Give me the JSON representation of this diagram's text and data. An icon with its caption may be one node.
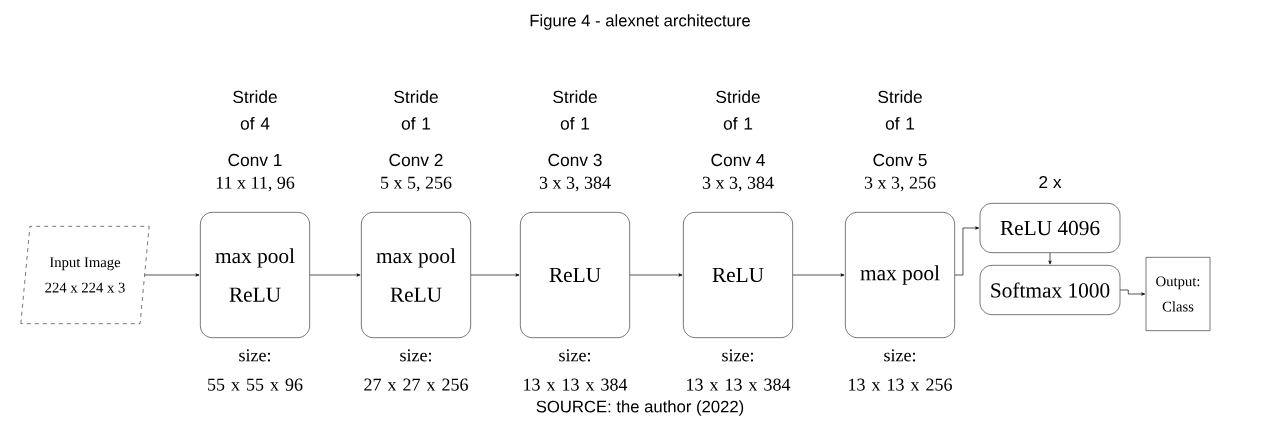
{
  "diagram": {
    "title": "Figure 4 - alexnet architecture",
    "caption": "SOURCE: the author (2022)",
    "nodes": [
      {
        "text": [
          "Input Image",
          "224 x 224 x 3"
        ]
      },
      {
        "text": [
          "max pool",
          "ReLU"
        ],
        "beside": [
          "Stride of 4",
          "Conv 1",
          "11 x 11, 96",
          "size: 55 x 55 x 96"
        ]
      },
      {
        "text": [
          "max pool",
          "ReLU"
        ],
        "beside": [
          "Stride of 1",
          "Conv 2",
          "5 x 5, 256",
          "size: 27 x 27 x 256"
        ]
      },
      {
        "text": [
          "ReLU"
        ],
        "beside": [
          "Stride of 1",
          "Conv 3",
          "3 x 3, 384",
          "size: 13 x 13 x 384"
        ]
      },
      {
        "text": [
          "ReLU"
        ],
        "beside": [
          "Stride of 1",
          "Conv 4",
          "3 x 3, 384",
          "size: 13 x 13 x 384"
        ]
      },
      {
        "text": [
          "max pool"
        ],
        "beside": [
          "Stride of 1",
          "Conv 5",
          "3 x 3, 256",
          "size: 13 x 13 x 256"
        ]
      },
      {
        "text": [
          "ReLU 4096"
        ],
        "beside": [
          "2 x"
        ]
      },
      {
        "text": [
          "Softmax 1000"
        ]
      },
      {
        "text": [
          "Output:",
          "Class"
        ]
      }
    ],
    "edges": [
      {
        "from": 0,
        "to": 1,
        "arrow": "to"
      },
      {
        "from": 1,
        "to": 2,
        "arrow": "to"
      },
      {
        "from": 2,
        "to": 3,
        "arrow": "to"
      },
      {
        "from": 3,
        "to": 4,
        "arrow": "to"
      },
      {
        "from": 4,
        "to": 5,
        "arrow": "to"
      },
      {
        "from": 5,
        "to": 6,
        "arrow": "to"
      },
      {
        "from": 6,
        "to": 7,
        "arrow": "to"
      },
      {
        "from": 7,
        "to": 8,
        "arrow": "to"
      }
    ]
  }
}
